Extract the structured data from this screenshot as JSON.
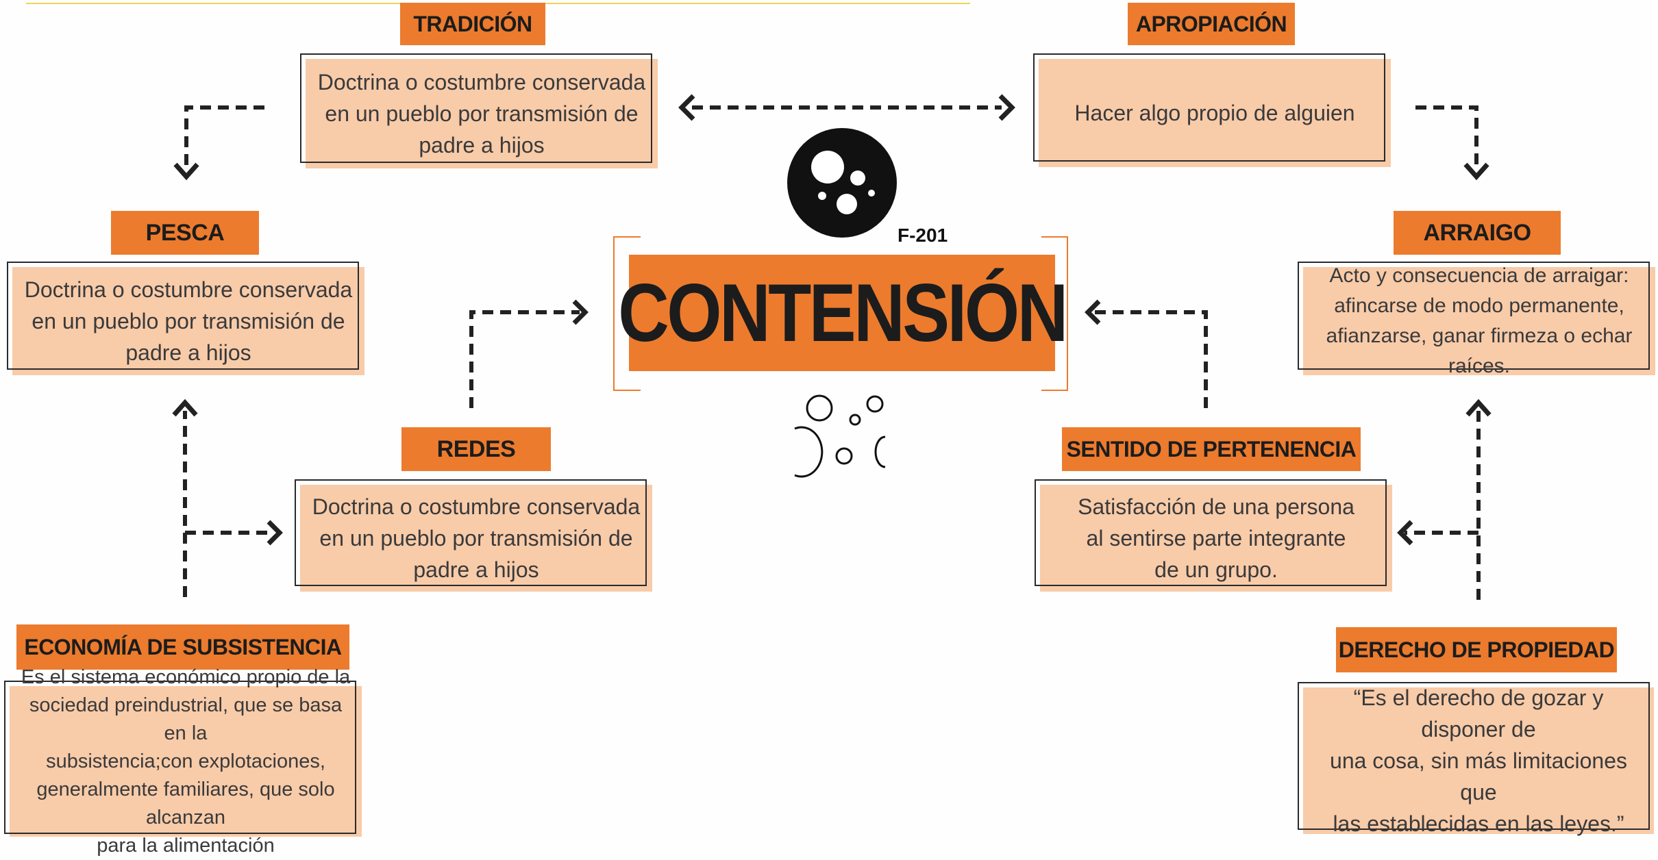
{
  "center": {
    "title": "CONTENSIÓN",
    "code": "F-201"
  },
  "nodes": {
    "tradicion": {
      "label": "TRADICIÓN",
      "text": "Doctrina o costumbre conservada\nen un pueblo por transmisión de\npadre a hijos"
    },
    "apropiacion": {
      "label": "APROPIACIÓN",
      "text": "Hacer algo propio de alguien"
    },
    "pesca": {
      "label": "PESCA",
      "text": "Doctrina o costumbre conservada\nen un pueblo por transmisión de\npadre a hijos"
    },
    "arraigo": {
      "label": "ARRAIGO",
      "text": "Acto y consecuencia de arraigar:\nafincarse de modo permanente,\nafianzarse, ganar firmeza o echar raíces."
    },
    "redes": {
      "label": "REDES",
      "text": "Doctrina o costumbre conservada\nen un pueblo por transmisión de\npadre a hijos"
    },
    "sentido": {
      "label": "SENTIDO DE PERTENENCIA",
      "text": "Satisfacción de una persona\nal sentirse parte integrante\nde un grupo."
    },
    "economia": {
      "label": "ECONOMÍA DE SUBSISTENCIA",
      "text": "Es el sistema económico propio de la\nsociedad preindustrial, que se basa en la\nsubsistencia;con explotaciones,\ngeneralmente familiares, que solo alcanzan\npara la alimentación"
    },
    "derecho": {
      "label": "DERECHO DE PROPIEDAD",
      "text": "“Es el derecho de gozar y disponer de\nuna cosa, sin más limitaciones que\nlas establecidas en las leyes.”"
    }
  },
  "colors": {
    "accent": "#ec7b2e",
    "card_fill": "#f8cba9",
    "text_dark": "#1c1c1c"
  },
  "icons": [
    "bubbles-circle-icon",
    "bubbles-outline-icon"
  ]
}
